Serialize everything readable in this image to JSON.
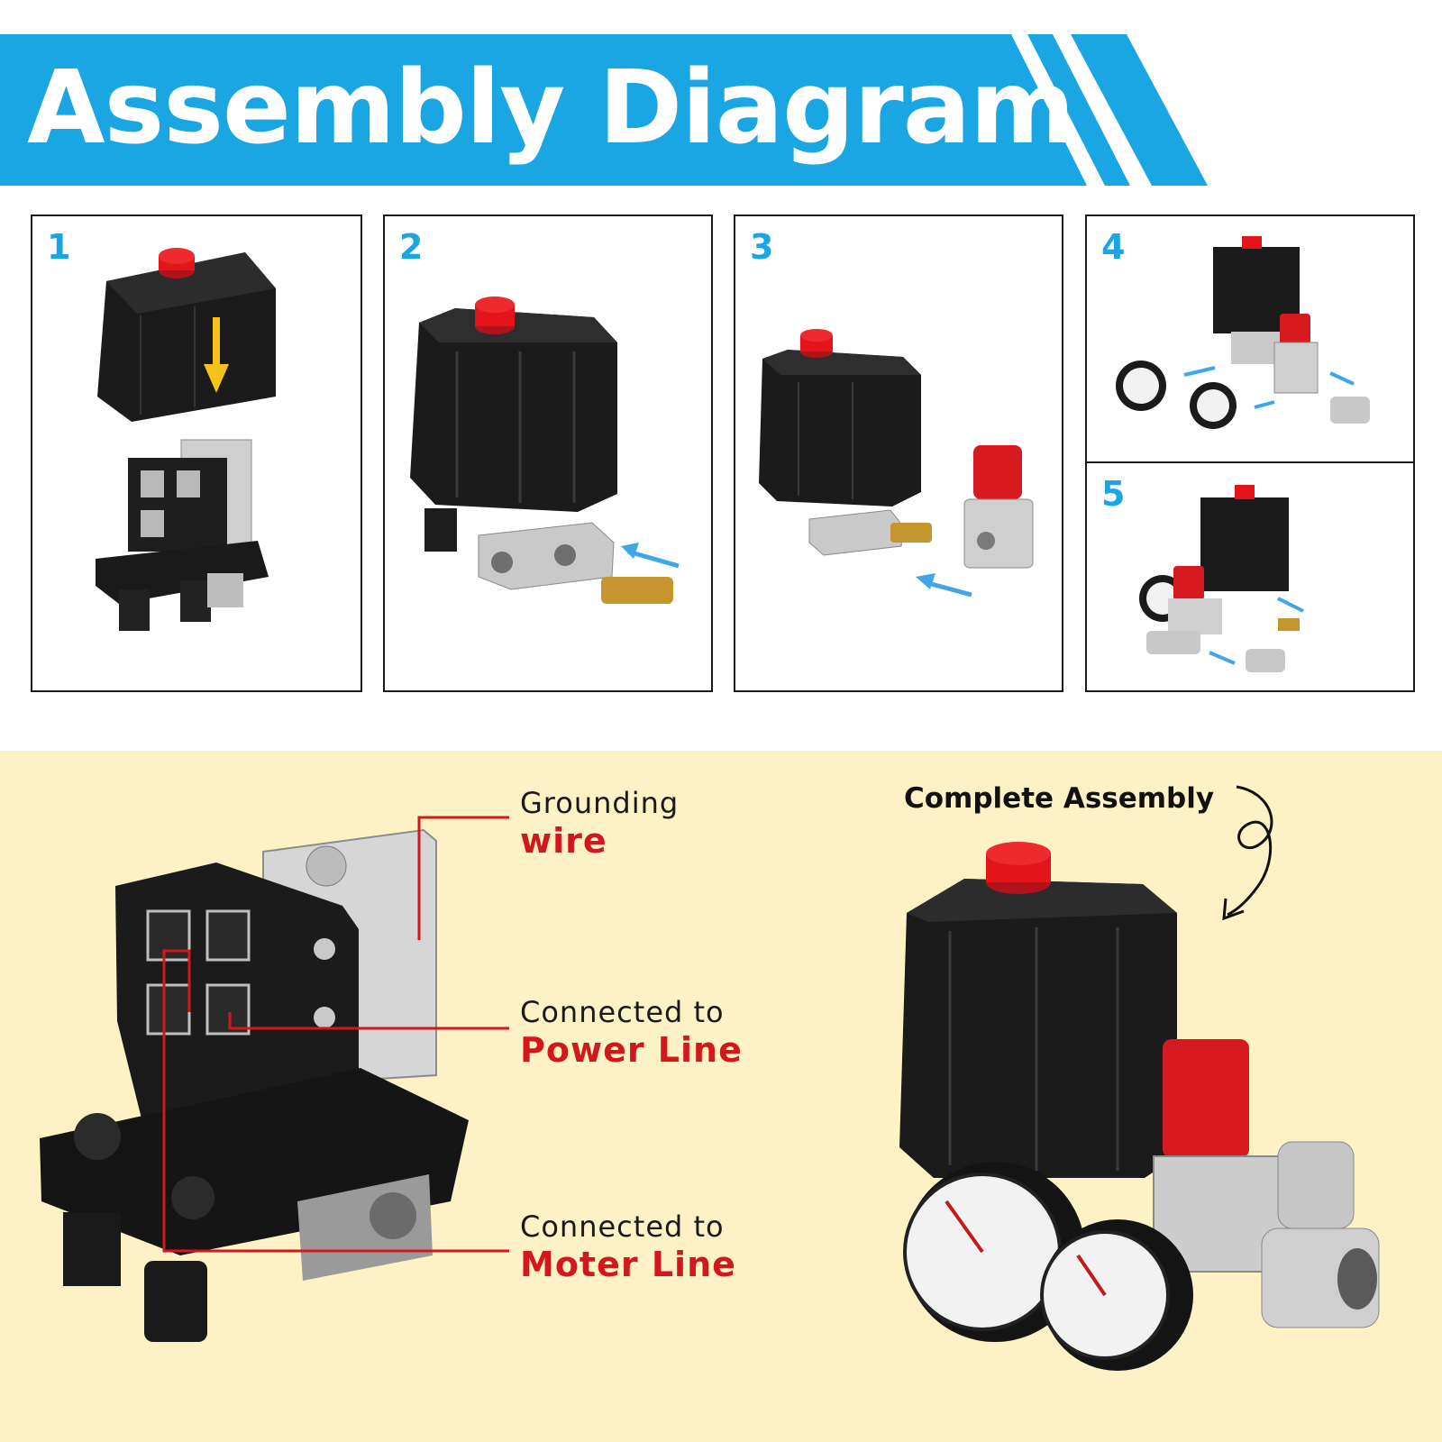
{
  "banner": {
    "title": "Assembly Diagram"
  },
  "steps": [
    {
      "number": "1"
    },
    {
      "number": "2"
    },
    {
      "number": "3"
    },
    {
      "number": "4"
    },
    {
      "number": "5"
    }
  ],
  "callouts": {
    "grounding": {
      "line1": "Grounding",
      "line2": "wire"
    },
    "power": {
      "line1": "Connected to",
      "line2": "Power Line"
    },
    "motor": {
      "line1": "Connected to",
      "line2": "Moter Line"
    }
  },
  "complete_label": "Complete Assembly",
  "colors": {
    "banner_blue": "#1aa5e3",
    "step_number_blue": "#1aa5e3",
    "callout_red": "#d4171c",
    "bottom_background": "#fdf2c5",
    "switch_black": "#1b1b1b",
    "button_red": "#e3151b"
  },
  "icons": [
    "arrow-down-icon",
    "arrow-icon",
    "curly-arrow-icon"
  ]
}
